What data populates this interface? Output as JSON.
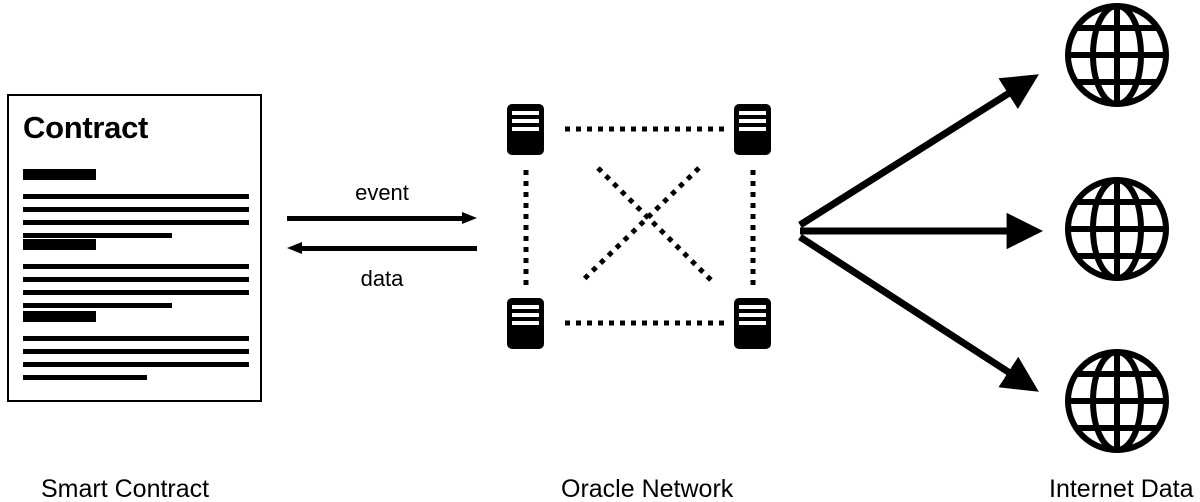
{
  "diagram": {
    "title": "Smart Contract Oracle Network Data Flow",
    "background_color": "#ffffff",
    "stroke_color": "#000000"
  },
  "contract": {
    "title": "Contract",
    "sections": [
      {
        "heading_bar": "heading-block",
        "lines": [
          "full",
          "full",
          "full",
          "partial"
        ]
      },
      {
        "heading_bar": "heading-block",
        "lines": [
          "full",
          "full",
          "full",
          "partial"
        ]
      },
      {
        "heading_bar": "heading-block",
        "lines": [
          "full",
          "full",
          "full",
          "partial"
        ]
      }
    ]
  },
  "exchange": {
    "event_label": "event",
    "data_label": "data",
    "event_direction": "right",
    "data_direction": "left"
  },
  "oracle_network": {
    "node_count": 4,
    "node_icon": "server-icon",
    "nodes": [
      {
        "id": "node-top-left",
        "position": "top-left"
      },
      {
        "id": "node-top-right",
        "position": "top-right"
      },
      {
        "id": "node-bottom-left",
        "position": "bottom-left"
      },
      {
        "id": "node-bottom-right",
        "position": "bottom-right"
      }
    ],
    "link_style": "dotted",
    "links": [
      "top-left -- top-right",
      "bottom-left -- bottom-right",
      "top-left -- bottom-left",
      "top-right -- bottom-right",
      "top-left -- bottom-right",
      "top-right -- bottom-left"
    ]
  },
  "fanout": {
    "arrow_count": 3,
    "origin": "oracle-network-right-edge",
    "targets": [
      "globe-top",
      "globe-middle",
      "globe-bottom"
    ],
    "directions": [
      "up-right",
      "right",
      "down-right"
    ]
  },
  "internet_sources": {
    "icon": "globe-icon",
    "count": 3,
    "items": [
      {
        "id": "globe-top"
      },
      {
        "id": "globe-middle"
      },
      {
        "id": "globe-bottom"
      }
    ]
  },
  "captions": {
    "left": "Smart Contract",
    "center": "Oracle Network",
    "right": "Internet Data"
  }
}
